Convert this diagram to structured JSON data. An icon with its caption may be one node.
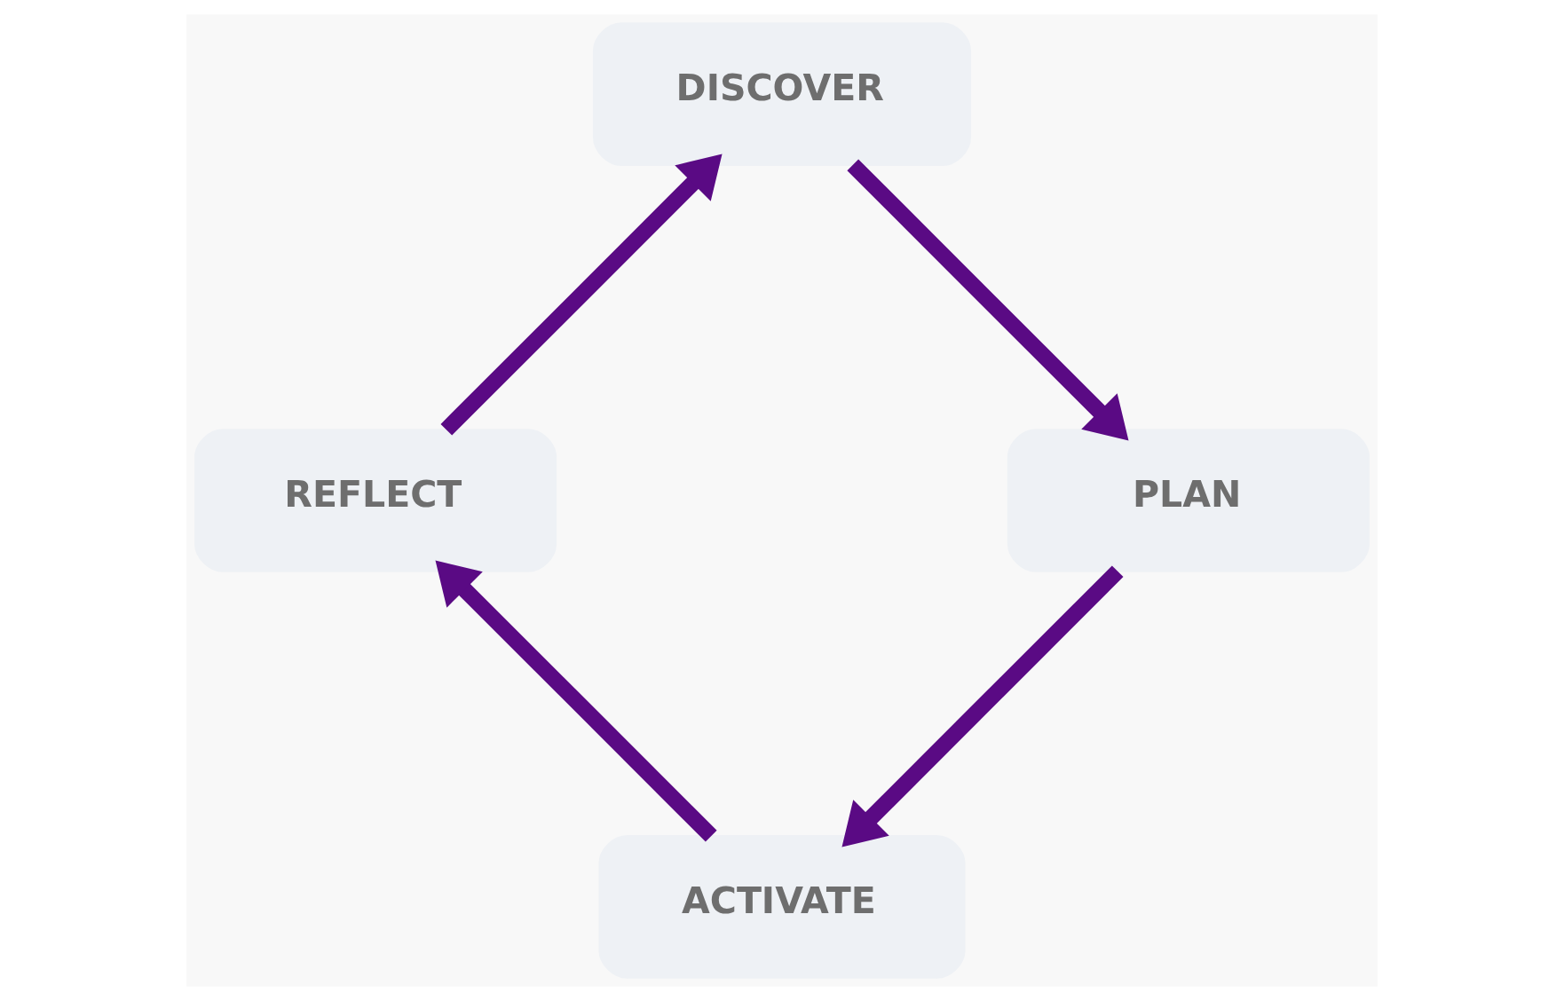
{
  "diagram": {
    "nodes": [
      {
        "text": [
          "DISCOVER"
        ]
      },
      {
        "text": [
          "PLAN"
        ]
      },
      {
        "text": [
          "ACTIVATE"
        ]
      },
      {
        "text": [
          "REFLECT"
        ]
      }
    ],
    "edges": [
      {
        "from": 0,
        "to": 1,
        "arrow": "to"
      },
      {
        "from": 1,
        "to": 2,
        "arrow": "to"
      },
      {
        "from": 2,
        "to": 3,
        "arrow": "to"
      },
      {
        "from": 3,
        "to": 0,
        "arrow": "to"
      }
    ]
  }
}
